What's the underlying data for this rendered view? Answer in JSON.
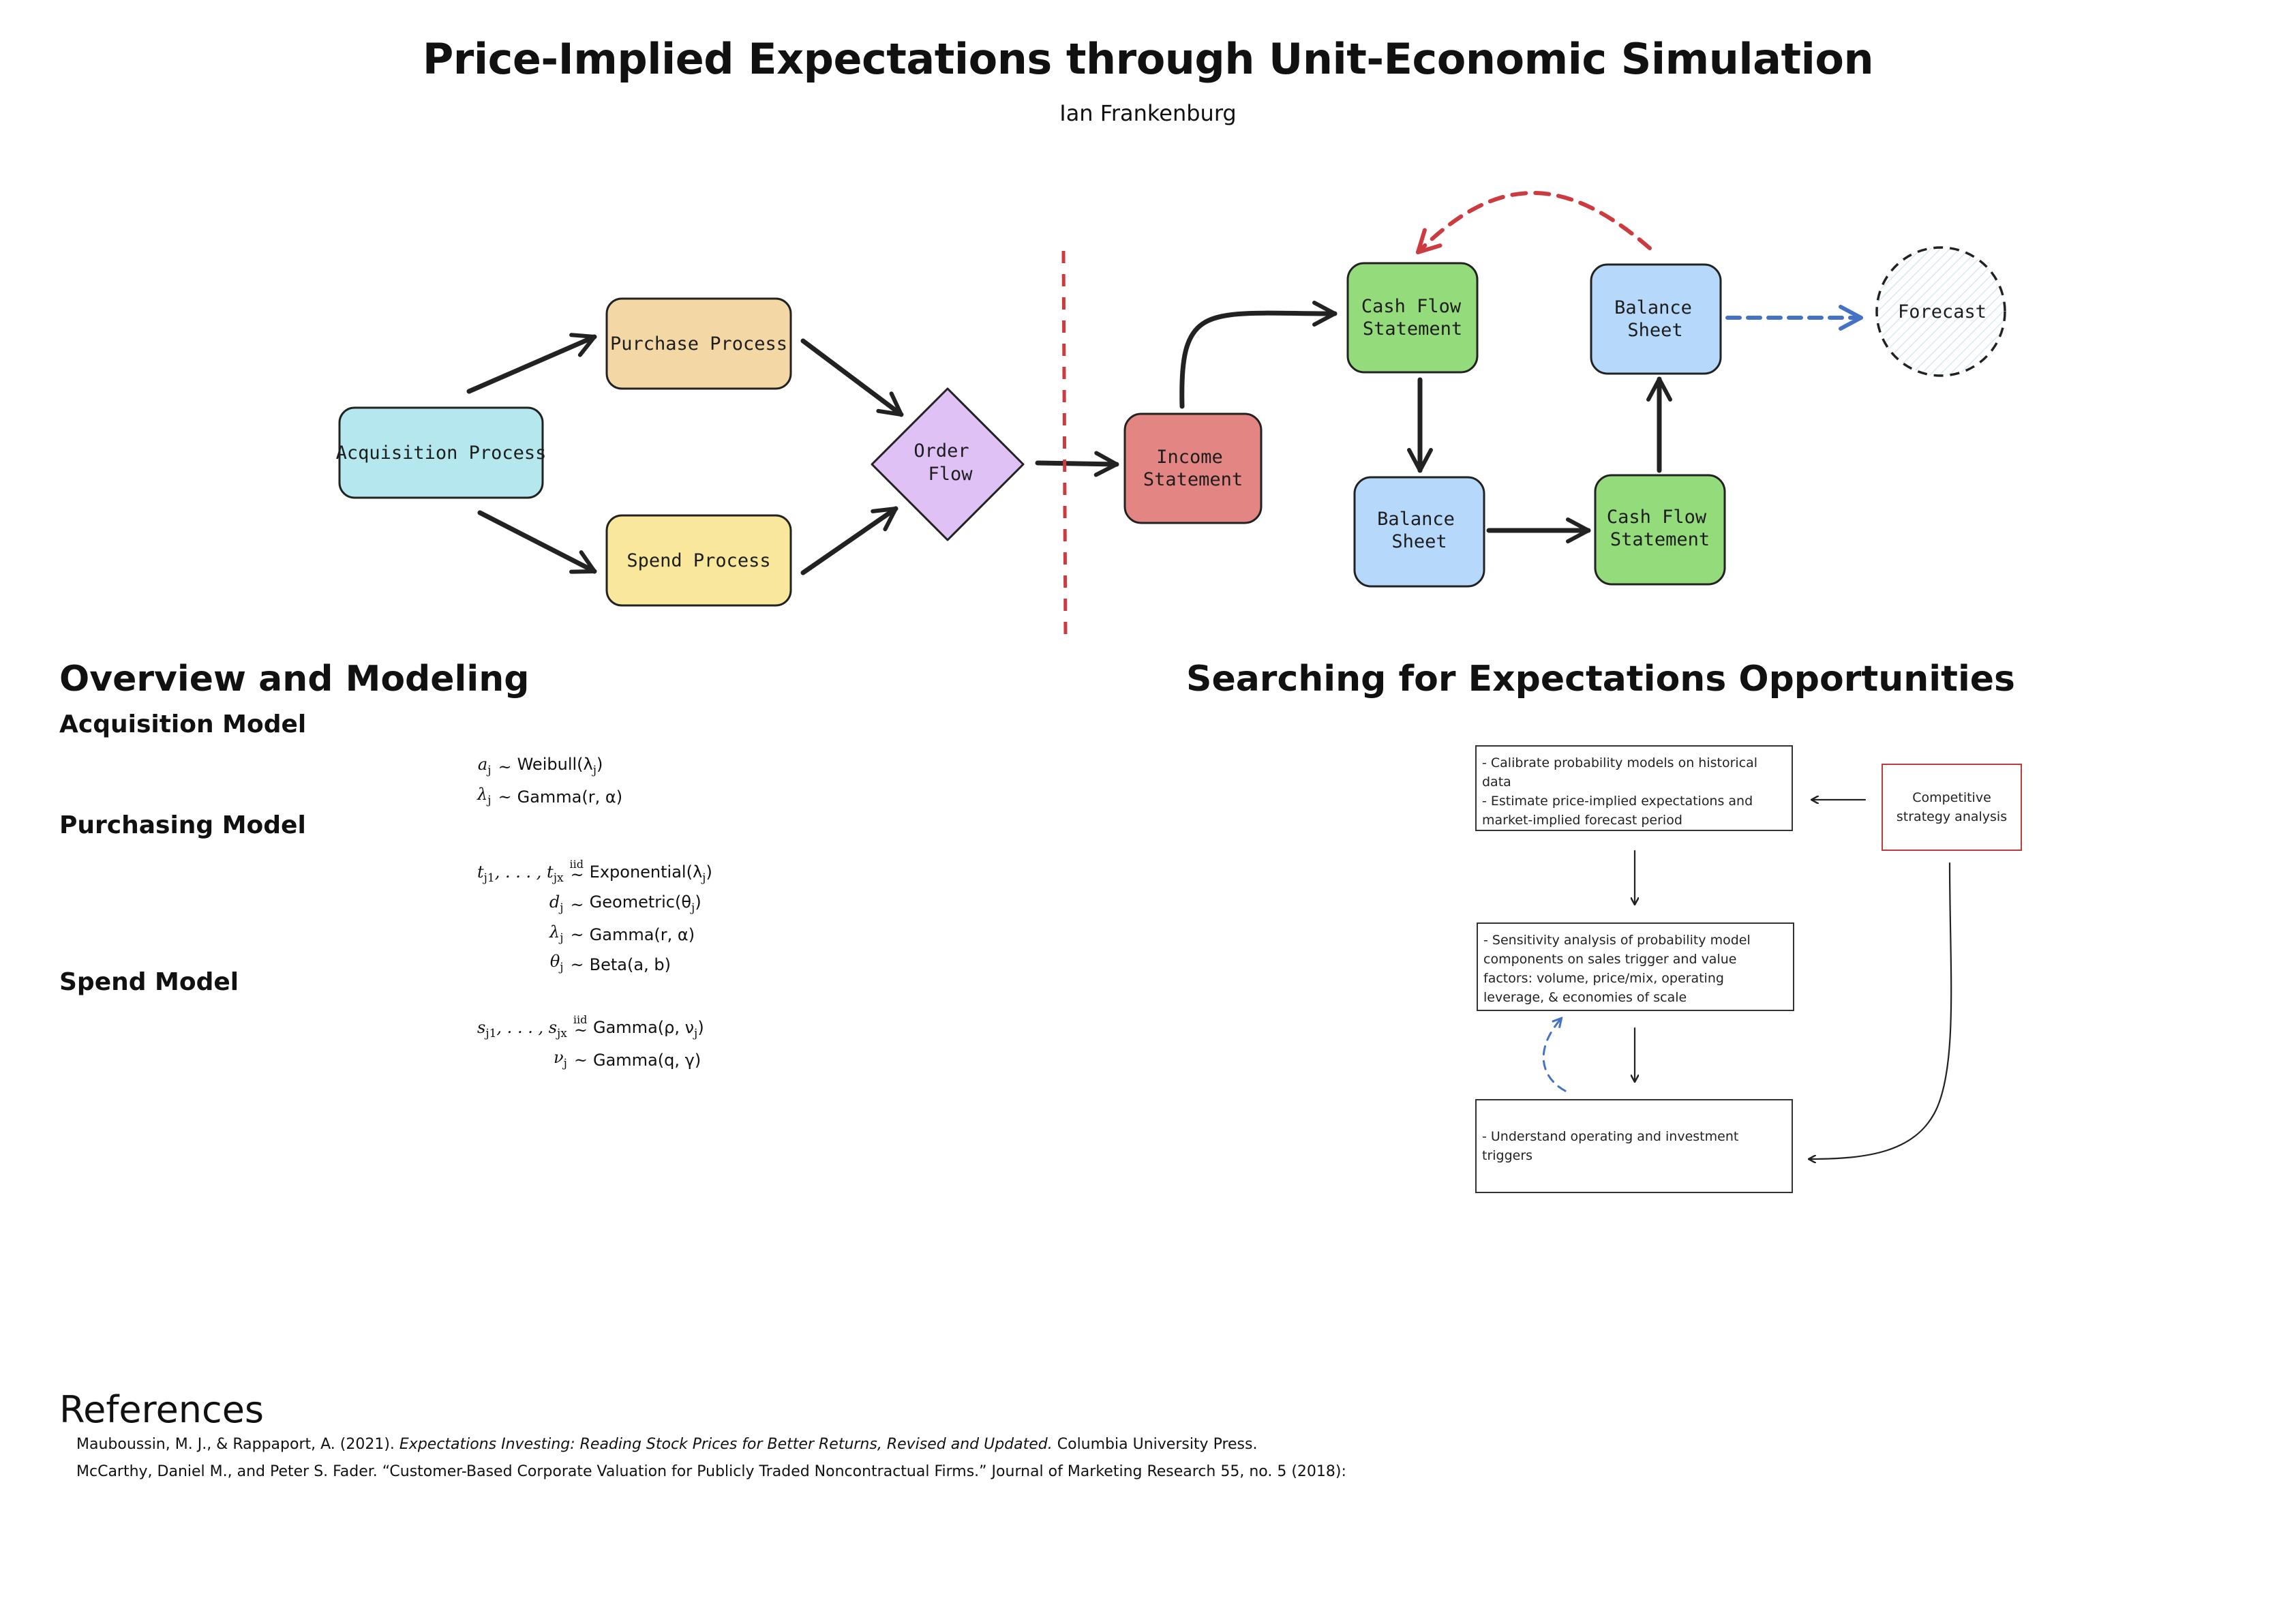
{
  "header": {
    "title": "Price-Implied Expectations through Unit-Economic Simulation",
    "author": "Ian Frankenburg"
  },
  "flow_diagram": {
    "nodes": {
      "acquisition": "Acquisition Process",
      "purchase": "Purchase Process",
      "spend": "Spend Process",
      "order_flow": [
        "Order",
        "Flow"
      ],
      "income_statement": [
        "Income",
        "Statement"
      ],
      "cash_flow_1": [
        "Cash Flow",
        "Statement"
      ],
      "balance_sheet_1": [
        "Balance",
        "Sheet"
      ],
      "balance_sheet_2": [
        "Balance",
        "Sheet"
      ],
      "cash_flow_2": [
        "Cash Flow",
        "Statement"
      ],
      "forecast": "Forecast"
    },
    "colors": {
      "acquisition": "#b4e8ee",
      "purchase": "#f3d8a6",
      "spend": "#f9e79c",
      "order_flow": "#dfc1f5",
      "income_statement": "#e38582",
      "cash_flow": "#94db7c",
      "balance_sheet": "#b6d8fb",
      "red_accent": "#cc3b40",
      "blue_accent": "#4472c4"
    }
  },
  "overview": {
    "heading": "Overview and Modeling",
    "acquisition_model": {
      "heading": "Acquisition Model",
      "lines": [
        {
          "lhs": "a",
          "lhs_sub": "j",
          "op": "~",
          "rhs": "Weibull(λ",
          "rhs_sub": "j",
          "rhs_end": ")"
        },
        {
          "lhs": "λ",
          "lhs_sub": "j",
          "op": "~",
          "rhs": "Gamma(r, α)",
          "rhs_sub": "",
          "rhs_end": ""
        }
      ]
    },
    "purchasing_model": {
      "heading": "Purchasing Model",
      "lines": [
        {
          "lhs": "t",
          "lhs_sub": "j1",
          "mid": ", . . . , t",
          "mid_sub": "jx",
          "op": "~",
          "iid": "iid",
          "rhs": "Exponential(λ",
          "rhs_sub": "j",
          "rhs_end": ")"
        },
        {
          "lhs": "d",
          "lhs_sub": "j",
          "op": "~",
          "rhs": "Geometric(θ",
          "rhs_sub": "j",
          "rhs_end": ")"
        },
        {
          "lhs": "λ",
          "lhs_sub": "j",
          "op": "~",
          "rhs": "Gamma(r, α)",
          "rhs_sub": "",
          "rhs_end": ""
        },
        {
          "lhs": "θ",
          "lhs_sub": "j",
          "op": "~",
          "rhs": "Beta(a, b)",
          "rhs_sub": "",
          "rhs_end": ""
        }
      ]
    },
    "spend_model": {
      "heading": "Spend Model",
      "lines": [
        {
          "lhs": "s",
          "lhs_sub": "j1",
          "mid": ", . . . , s",
          "mid_sub": "jx",
          "op": "~",
          "iid": "iid",
          "rhs": "Gamma(ρ, ν",
          "rhs_sub": "j",
          "rhs_end": ")"
        },
        {
          "lhs": "ν",
          "lhs_sub": "j",
          "op": "~",
          "rhs": "Gamma(q, γ)",
          "rhs_sub": "",
          "rhs_end": ""
        }
      ]
    }
  },
  "opportunities": {
    "heading": "Searching for Expectations Opportunities",
    "box1": "- Calibrate probability models on historical data\n- Estimate price-implied expectations and market-implied forecast period",
    "box2": "- Sensitivity analysis of probability model components on sales trigger and value factors: volume, price/mix, operating leverage, & economies of scale",
    "box3": "- Understand operating and investment triggers",
    "side_box": "Competitive strategy analysis"
  },
  "references": {
    "heading": "References",
    "items": [
      {
        "pre": "Mauboussin, M. J., & Rappaport, A. (2021). ",
        "italic": "Expectations Investing: Reading Stock Prices for Better Returns, Revised and Updated.",
        "post": " Columbia University Press."
      },
      {
        "pre": "McCarthy, Daniel M., and Peter S. Fader. “Customer-Based Corporate Valuation for Publicly Traded Noncontractual Firms.” Journal of Marketing Research 55, no. 5 (2018):",
        "italic": "",
        "post": ""
      }
    ]
  }
}
